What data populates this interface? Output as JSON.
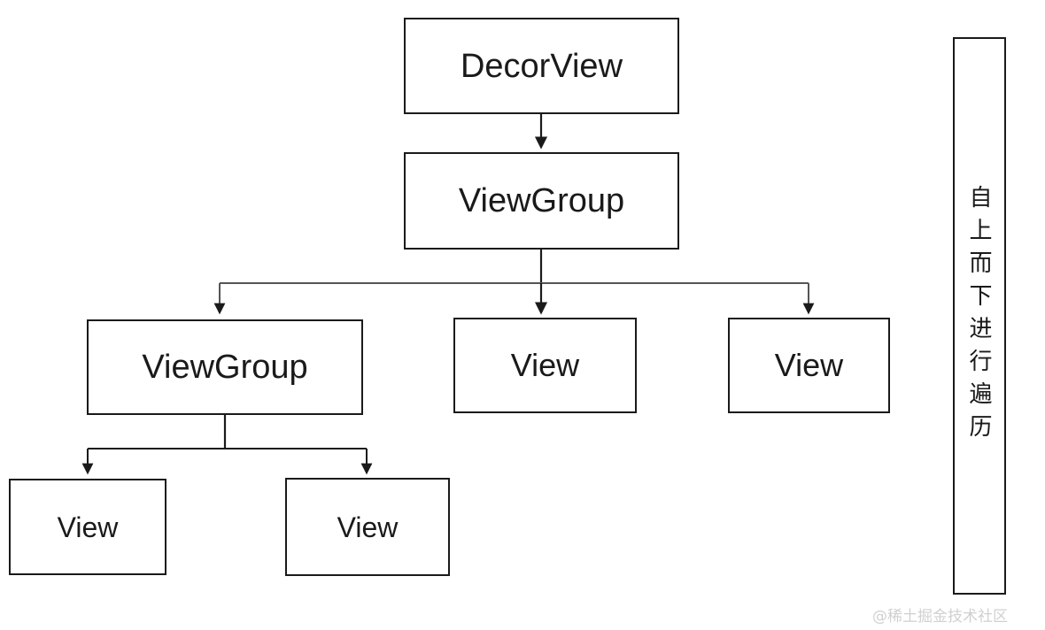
{
  "diagram": {
    "title_note": "Android view hierarchy traversal diagram",
    "nodes": {
      "decor_view": "DecorView",
      "view_group_l2": "ViewGroup",
      "view_group_l3": "ViewGroup",
      "view_l3_mid": "View",
      "view_l3_right": "View",
      "view_l4_left": "View",
      "view_l4_right": "View"
    },
    "side_panel": {
      "text": "自上而下进行遍历"
    },
    "watermark": "@稀土掘金技术社区",
    "colors": {
      "stroke": "#1a1a1a",
      "background": "#ffffff",
      "watermark": "#d0d0d0"
    }
  }
}
